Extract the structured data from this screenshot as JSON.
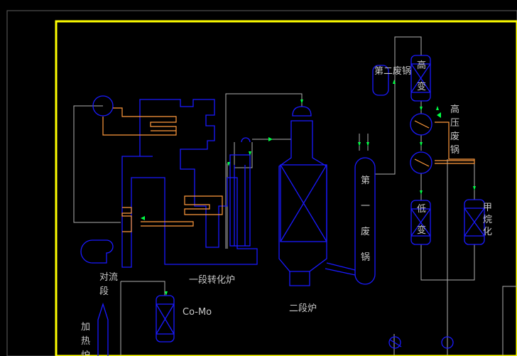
{
  "drawing": {
    "colors": {
      "background": "#000000",
      "frame": "#ffff00",
      "equipment": "#1a1aff",
      "process_line": "#b0b0b0",
      "heat_coil": "#ff9a3c",
      "flow_arrow": "#00ff44"
    },
    "labels": {
      "convection_section": "对流段",
      "primary_reformer": "一段转化炉",
      "secondary_reformer": "二段炉",
      "co_mo": "Co-Mo",
      "preheat": "加热炉",
      "waste_boiler_1": "第一废锅",
      "high_shift": "高变",
      "hp_waste_boiler": "高压废锅",
      "low_shift": "低变",
      "methanation": "甲烷化",
      "header_unit": "第二废锅"
    }
  }
}
